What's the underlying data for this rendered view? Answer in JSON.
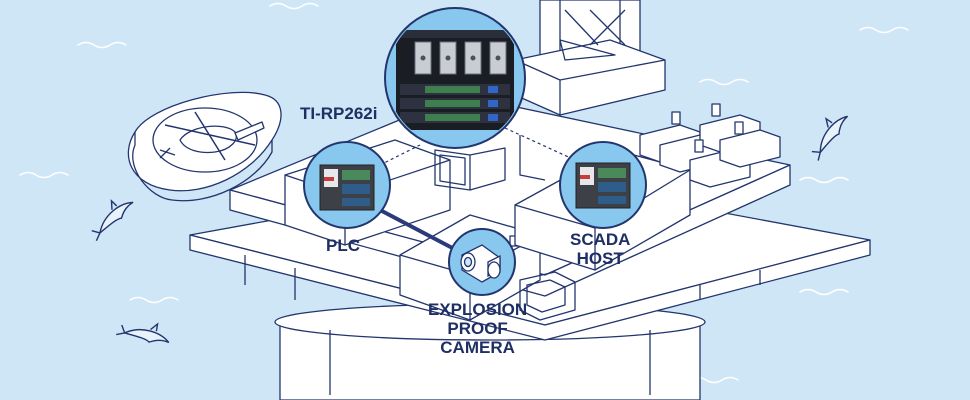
{
  "labels": {
    "rack": "TI-RP262i",
    "plc": "PLC",
    "scada_line1": "SCADA",
    "scada_line2": "HOST",
    "camera_line1": "EXPLOSION",
    "camera_line2": "PROOF",
    "camera_line3": "CAMERA"
  },
  "colors": {
    "sea": "#cfe6f7",
    "structure_fill": "#ffffff",
    "structure_line": "#23356e",
    "callout_fill": "#88c8ee",
    "label_text": "#1e2f63",
    "link_line": "#2b3a7a"
  },
  "icons": [
    "helicopter-icon",
    "dolphin-icon",
    "wave-icon",
    "network-switch-icon",
    "camera-icon",
    "rack-server-icon"
  ]
}
